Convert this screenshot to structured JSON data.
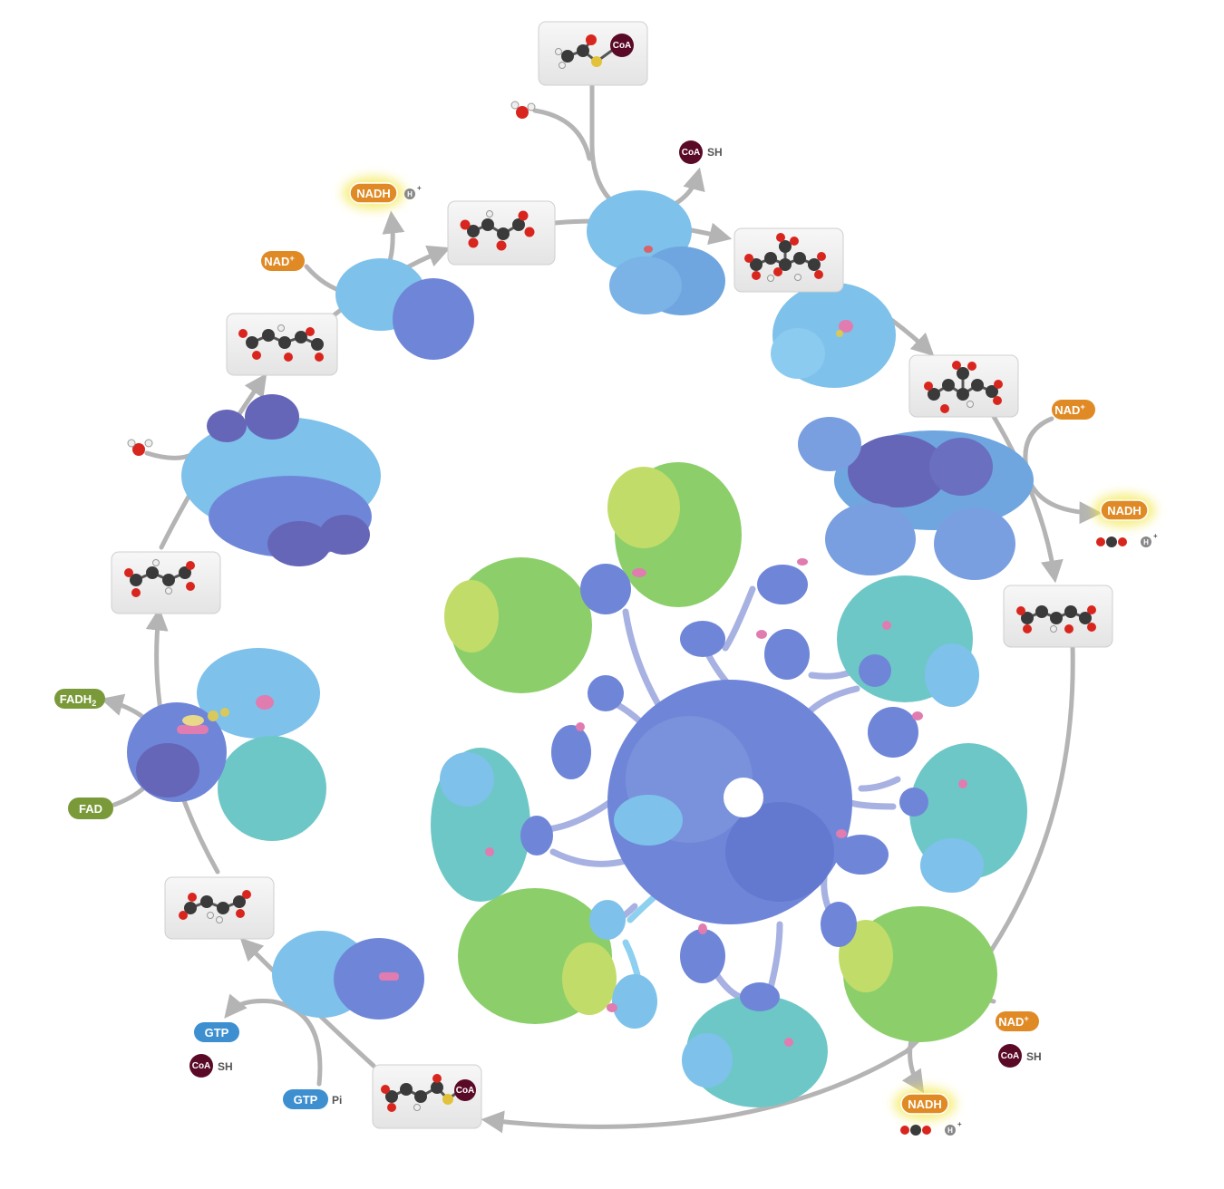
{
  "labels": {
    "nad": "NAD",
    "nad_sup": "+",
    "nadh": "NADH",
    "fad": "FAD",
    "fadh2": "FADH",
    "fadh2_sub": "2",
    "gtp": "GTP",
    "pi": "Pi",
    "coa": "CoA",
    "sh": "SH",
    "h": "H",
    "h_sup": "+"
  },
  "colors": {
    "nad_orange": "#e08a25",
    "fad_green": "#7a9a3a",
    "gtp_blue": "#3d8fd0",
    "coa_maroon": "#5a0a26",
    "arrow_gray": "#b4b4b4",
    "enzyme_light_blue": "#7ec1ea",
    "enzyme_blue": "#7b8fd6",
    "enzyme_purple": "#6666b8",
    "enzyme_teal": "#6ec7c7",
    "enzyme_green": "#8ccf6a",
    "enzyme_yellow_green": "#c2dc6a",
    "linker_blue": "#a7b1e2"
  },
  "icons": [
    "acetyl-coa-molecule-icon",
    "oxaloacetate-molecule-icon",
    "citrate-molecule-icon",
    "isocitrate-molecule-icon",
    "alpha-ketoglutarate-molecule-icon",
    "succinyl-coa-molecule-icon",
    "succinate-molecule-icon",
    "fumarate-molecule-icon",
    "malate-molecule-icon",
    "water-molecule-icon",
    "carbon-dioxide-molecule-icon",
    "proton-icon"
  ]
}
